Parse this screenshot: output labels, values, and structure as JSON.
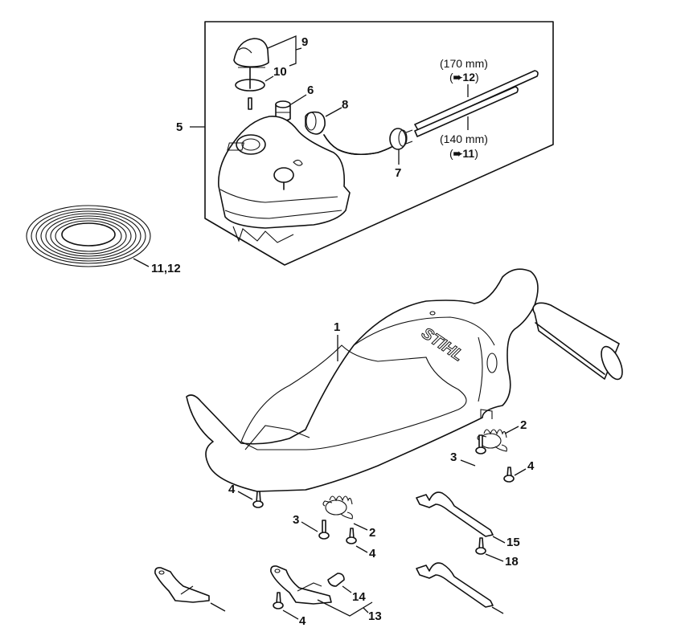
{
  "diagram": {
    "brand_logo": "STIHL",
    "group_box": {
      "label": "5"
    },
    "callouts": {
      "c1": "1",
      "c2a": "2",
      "c2b": "2",
      "c3a": "3",
      "c3b": "3",
      "c4a": "4",
      "c4b": "4",
      "c4c": "4",
      "c4d": "4",
      "c5": "5",
      "c6": "6",
      "c7": "7",
      "c8": "8",
      "c9": "9",
      "c10": "10",
      "c11_12": "11,12",
      "c13": "13",
      "c14": "14",
      "c15": "15",
      "c18": "18"
    },
    "hose_notes": {
      "upper_length": "(170 mm)",
      "upper_ref_open": "(",
      "upper_ref_arrow": "➨",
      "upper_ref_num": "12",
      "upper_ref_close": ")",
      "lower_length": "(140 mm)",
      "lower_ref_open": "(",
      "lower_ref_arrow": "➨",
      "lower_ref_num": "11",
      "lower_ref_close": ")"
    }
  }
}
